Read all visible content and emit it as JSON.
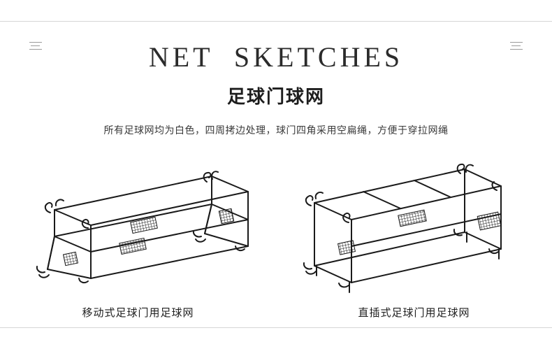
{
  "header": {
    "title_en": "NET  SKETCHES",
    "title_cn": "足球门球网",
    "subtitle": "所有足球网均为白色，四周拷边处理，球门四角采用空扁绳，方便于穿拉网绳",
    "accent_rule_color": "#d6d6d6",
    "text_color": "#2b2b2b"
  },
  "figures": [
    {
      "id": "movable-goal-net",
      "caption": "移动式足球门用足球网",
      "line_color": "#1a1a1a"
    },
    {
      "id": "inserted-goal-net",
      "caption": "直插式足球门用足球网",
      "line_color": "#1a1a1a"
    }
  ]
}
